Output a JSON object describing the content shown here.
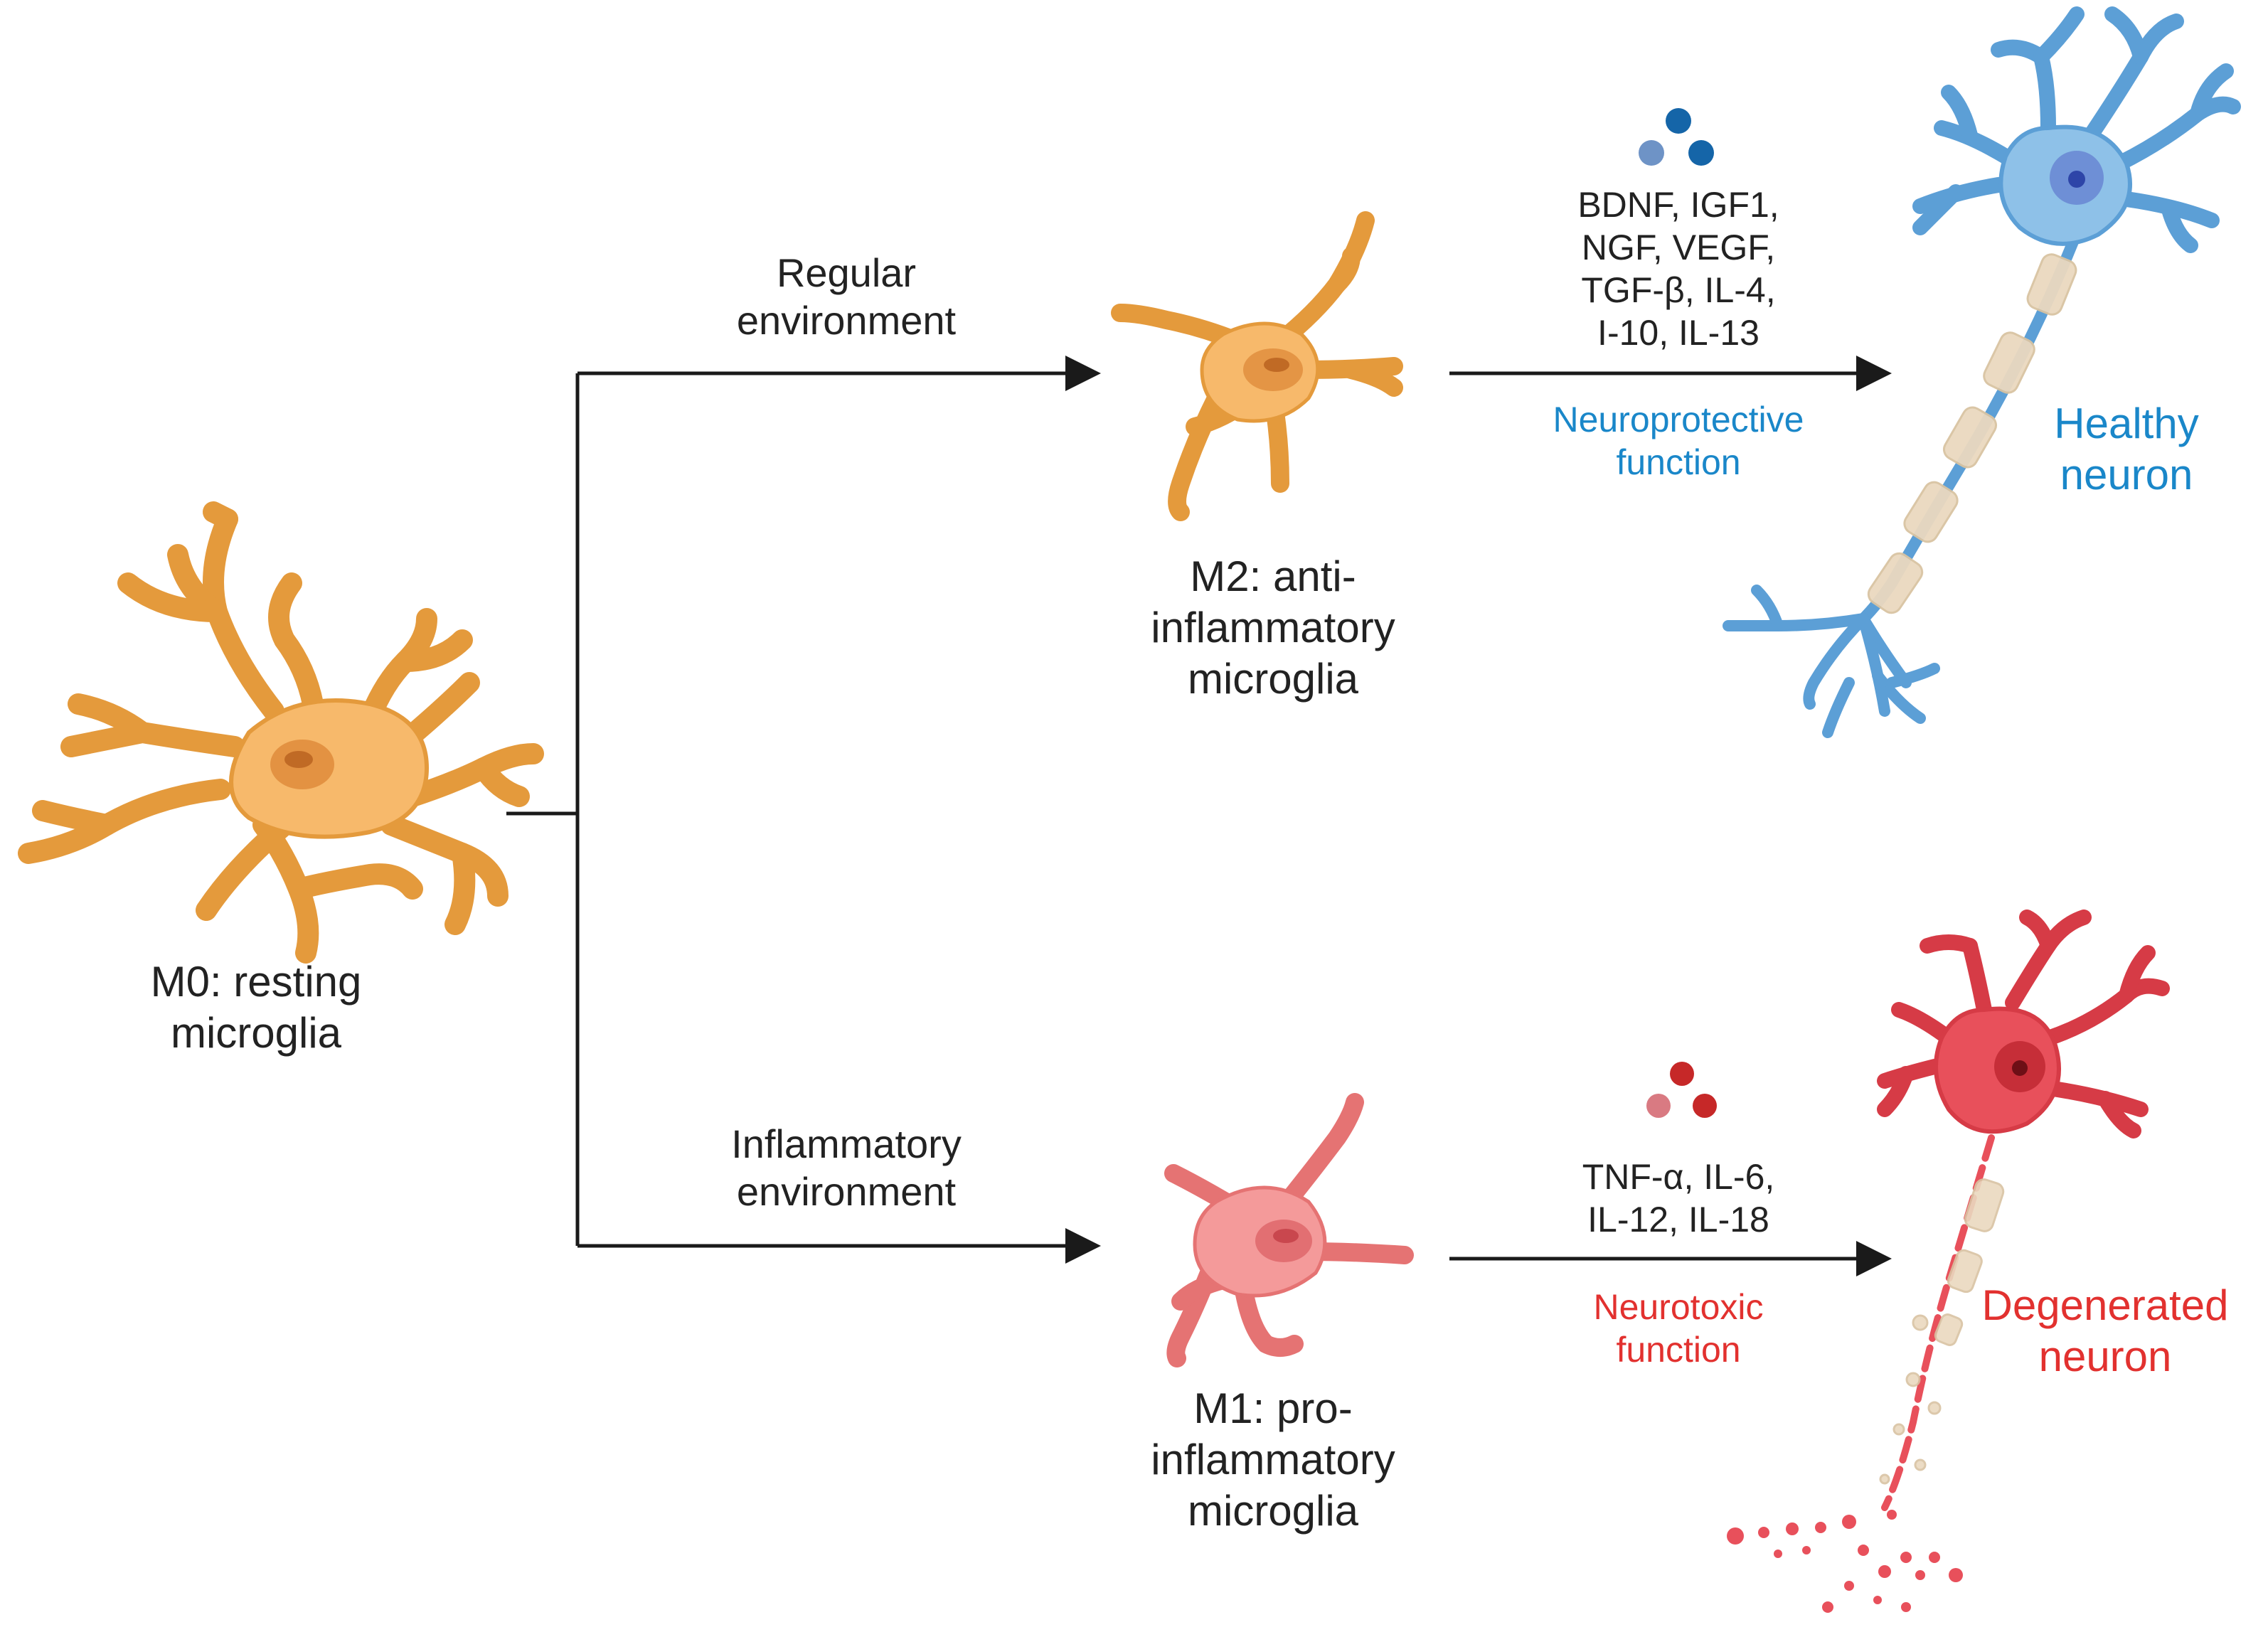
{
  "colors": {
    "arrow": "#1a1a1a",
    "resting_fill": "#F7B96B",
    "resting_stroke": "#E49A3C",
    "nucleus": "#E08E3E",
    "nucleolus": "#C06A25",
    "m1_fill": "#F49A9A",
    "m1_stroke": "#E57373",
    "m1_nucleus": "#E06A6E",
    "healthy_fill": "#8EC1E8",
    "healthy_stroke": "#5C9FD6",
    "healthy_nucleus": "#5D7ECF",
    "myelin": "#EAD9BF",
    "degen_fill": "#E8505B",
    "degen_stroke": "#D63B46",
    "degen_nucleus": "#B8222D",
    "protective_text": "#1A87C9",
    "toxic_text": "#E2312F",
    "healthy_text": "#1A87C9",
    "degen_text": "#E2312F",
    "cyto_blue": "#1565A8",
    "cyto_blue_light": "#6E93C6",
    "cyto_red": "#C62828",
    "cyto_red_light": "#D97A82"
  },
  "m0": {
    "label_lines": [
      "M0: resting",
      "microglia"
    ]
  },
  "regular_env": {
    "lines": [
      "Regular",
      "environment"
    ]
  },
  "inflammatory_env": {
    "lines": [
      "Inflammatory",
      "environment"
    ]
  },
  "m2": {
    "label_lines": [
      "M2: anti-",
      "inflammatory",
      "microglia"
    ]
  },
  "m1": {
    "label_lines": [
      "M1: pro-",
      "inflammatory",
      "microglia"
    ]
  },
  "m2_cytokines": {
    "lines": [
      "BDNF, IGF1,",
      "NGF, VEGF,",
      "TGF-β, IL-4,",
      "I-10, IL-13"
    ]
  },
  "m1_cytokines": {
    "lines": [
      "TNF-α, IL-6,",
      "IL-12, IL-18"
    ]
  },
  "neuroprotective": {
    "lines": [
      "Neuroprotective",
      "function"
    ]
  },
  "neurotoxic": {
    "lines": [
      "Neurotoxic",
      "function"
    ]
  },
  "healthy_neuron": {
    "lines": [
      "Healthy",
      "neuron"
    ]
  },
  "degenerated_neuron": {
    "lines": [
      "Degenerated",
      "neuron"
    ]
  }
}
